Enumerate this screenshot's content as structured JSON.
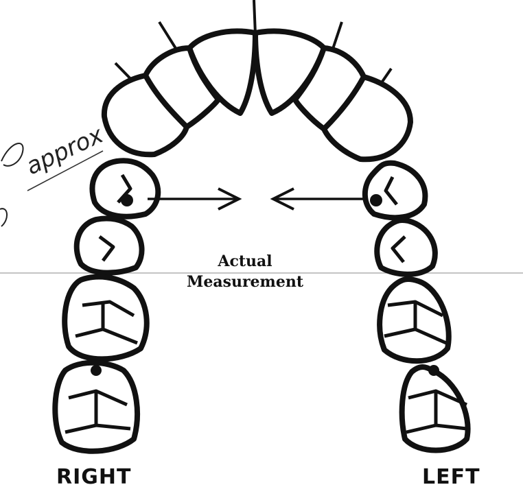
{
  "diagram": {
    "measurement_label_line1": "Actual",
    "measurement_label_line2": "Measurement",
    "right_label": "RIGHT",
    "left_label": "LEFT",
    "handwritten_note": "approx"
  },
  "colors": {
    "ink": "#111111",
    "background": "#ffffff",
    "scan_line": "#b0b0b0"
  }
}
